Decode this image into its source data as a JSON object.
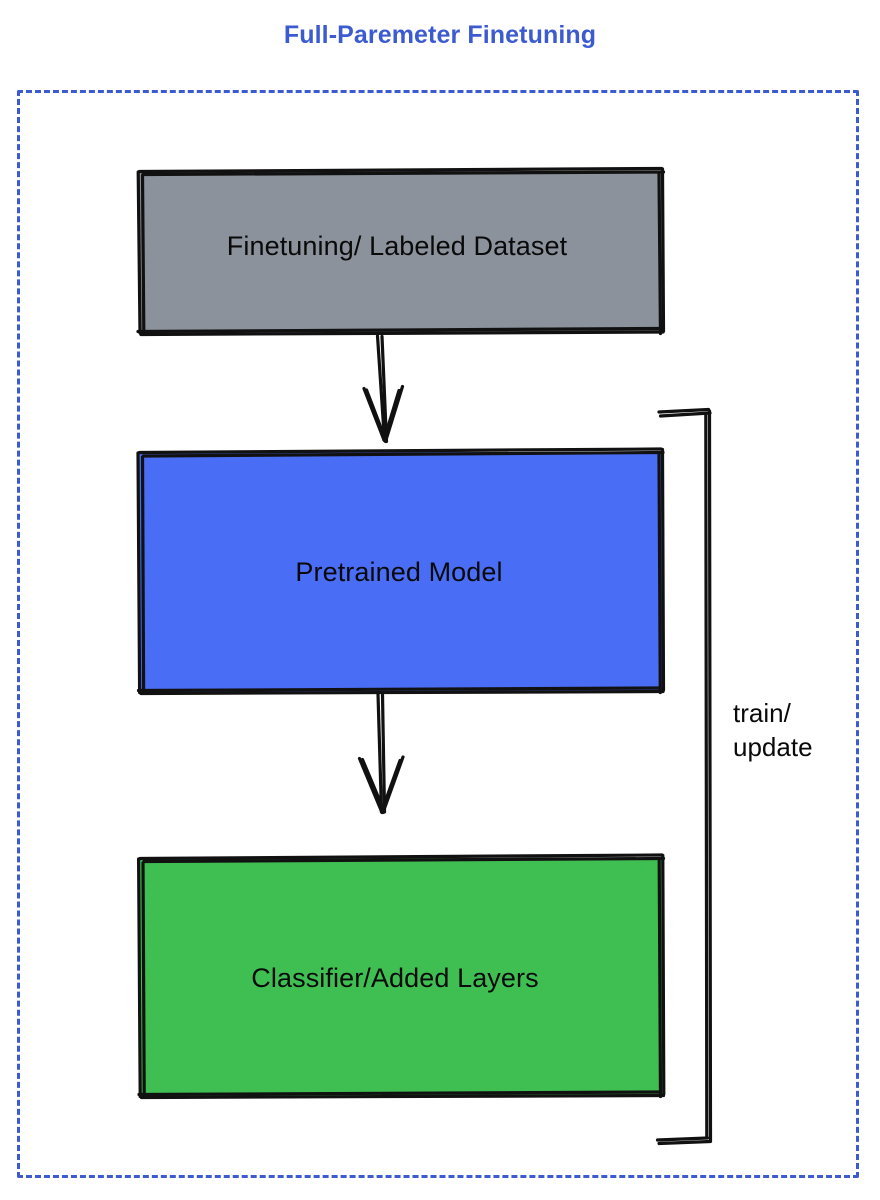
{
  "diagram": {
    "title": "Full-Paremeter Finetuning",
    "title_color": "#3c5bd0",
    "frame": {
      "style": "dashed",
      "color": "#3c5bd0"
    },
    "nodes": [
      {
        "id": "dataset",
        "label": "Finetuning/ Labeled Dataset",
        "fill": "#8b929b",
        "stroke": "#111111",
        "shape": "rectangle-sketchy"
      },
      {
        "id": "pretrained",
        "label": "Pretrained Model",
        "fill": "#4a6df5",
        "stroke": "#111111",
        "shape": "rectangle-sketchy"
      },
      {
        "id": "classifier",
        "label": "Classifier/Added Layers",
        "fill": "#3fbf52",
        "stroke": "#111111",
        "shape": "rectangle-sketchy"
      }
    ],
    "edges": [
      {
        "id": "dataset-to-pretrained",
        "from": "dataset",
        "to": "pretrained",
        "label": "",
        "arrow": "down"
      },
      {
        "id": "pretrained-to-classifier",
        "from": "pretrained",
        "to": "classifier",
        "label": "",
        "arrow": "down"
      },
      {
        "id": "feedback-loop",
        "from": "classifier",
        "to": "pretrained",
        "label": "train/\nupdate",
        "arrow": "none"
      }
    ]
  }
}
